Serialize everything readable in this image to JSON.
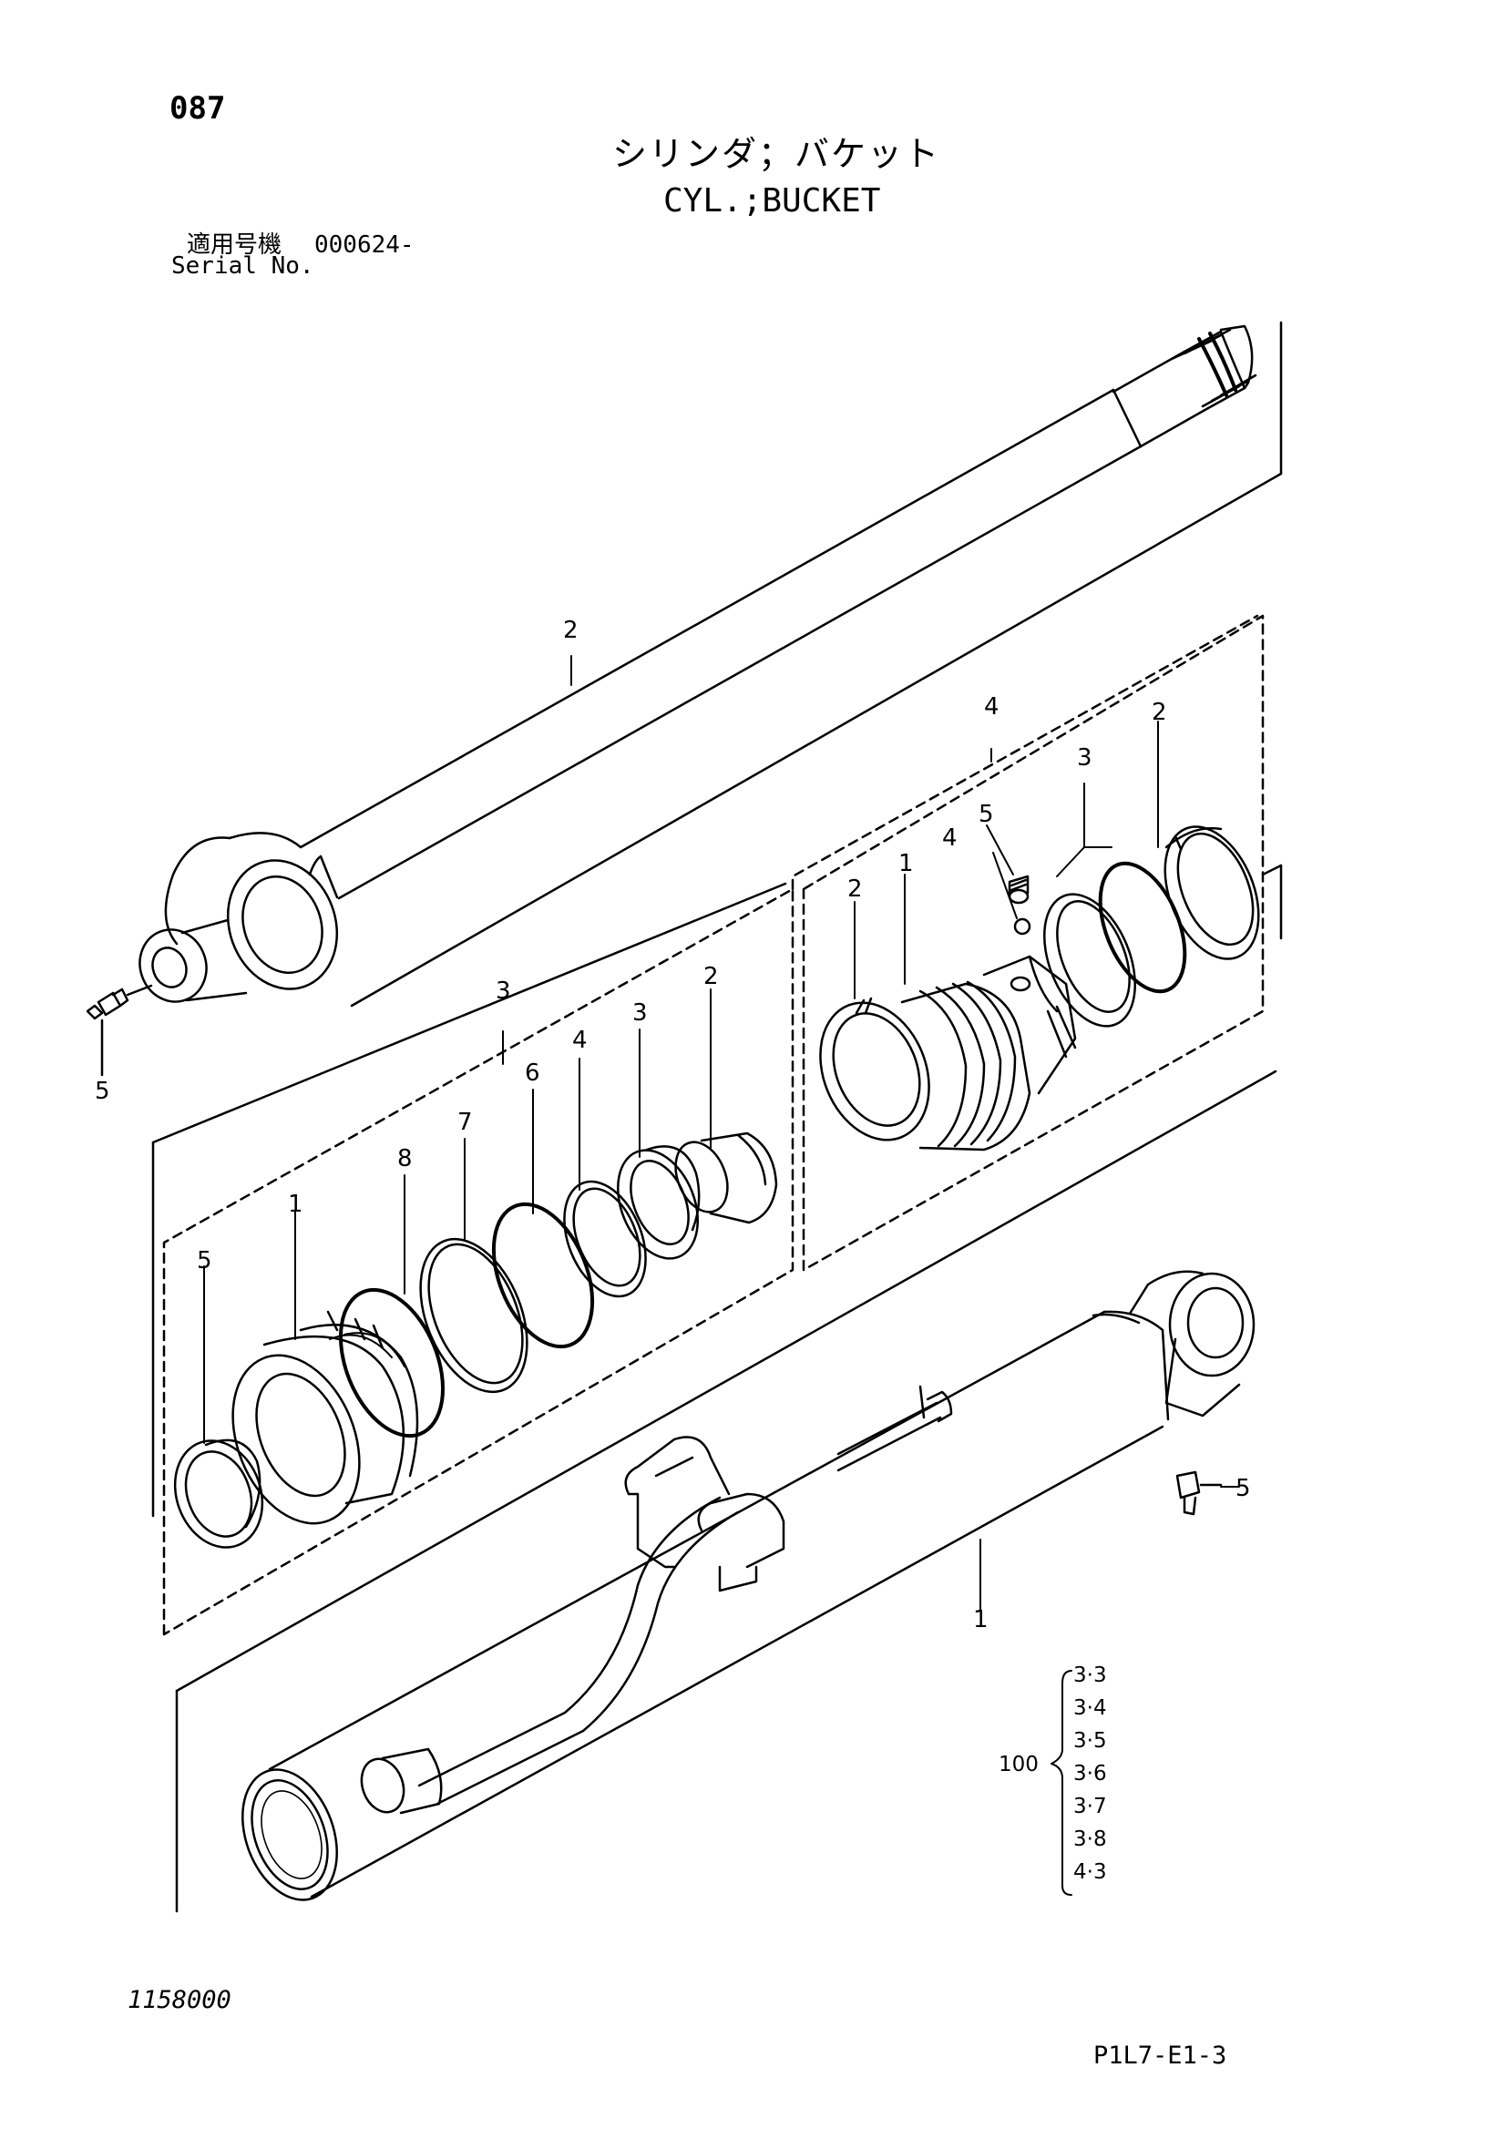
{
  "header": {
    "page_number": "087",
    "title_jp": "シリンダ；バケット",
    "title_en": "CYL.;BUCKET",
    "serial_label_jp": "適用号機",
    "serial_value": "000624-",
    "serial_label_en": "Serial No."
  },
  "callouts": {
    "rod": "2",
    "fitting_left": "5",
    "rod_head_group": "3",
    "rod_head_items": [
      "1",
      "8",
      "7",
      "6",
      "4",
      "3",
      "2",
      "5"
    ],
    "piston_group": "4",
    "piston_items": [
      "2",
      "1",
      "4",
      "5",
      "3",
      "2"
    ],
    "tube": "1",
    "fitting_right": "5"
  },
  "kit": {
    "number": "100",
    "items": [
      "3·3",
      "3·4",
      "3·5",
      "3·6",
      "3·7",
      "3·8",
      "4·3"
    ]
  },
  "footer": {
    "doc_number": "1158000",
    "sheet_code": "P1L7-E1-3"
  }
}
